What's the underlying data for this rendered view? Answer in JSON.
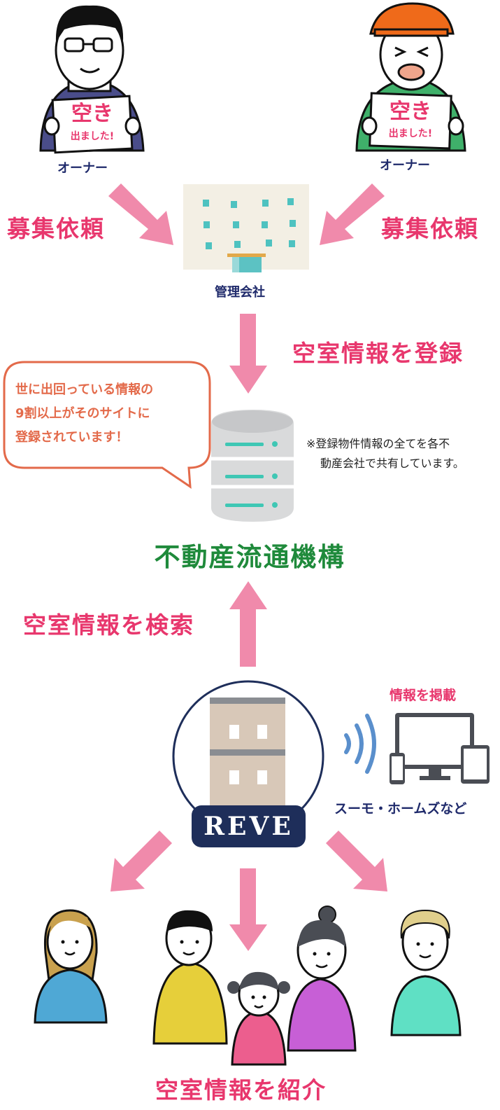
{
  "owners": [
    {
      "sign_big": "空き",
      "sign_small": "出ました!",
      "label": "オーナー"
    },
    {
      "sign_big": "空き",
      "sign_small": "出ました!",
      "label": "オーナー"
    }
  ],
  "arrows": {
    "recruit_left": "募集依頼",
    "recruit_right": "募集依頼",
    "register": "空室情報を登録",
    "search": "空室情報を検索",
    "introduce": "空室情報を紹介"
  },
  "management": {
    "label": "管理会社"
  },
  "bubble": {
    "line1": "世に出回っている情報の",
    "line2": "9割以上がそのサイトに",
    "line3": "登録されています！"
  },
  "note": {
    "line1": "※登録物件情報の全てを各不",
    "line2": "動産会社で共有しています。"
  },
  "database": {
    "label": "不動産流通機構"
  },
  "reve": {
    "badge": "REVE"
  },
  "portals": {
    "title": "情報を掲載",
    "label": "スーモ・ホームズなど"
  },
  "colors": {
    "pink": "#e8376d",
    "arrow": "#f08aab",
    "navy": "#1f2a6b",
    "green": "#1f8a3b",
    "bubble_border": "#e36a4a"
  }
}
